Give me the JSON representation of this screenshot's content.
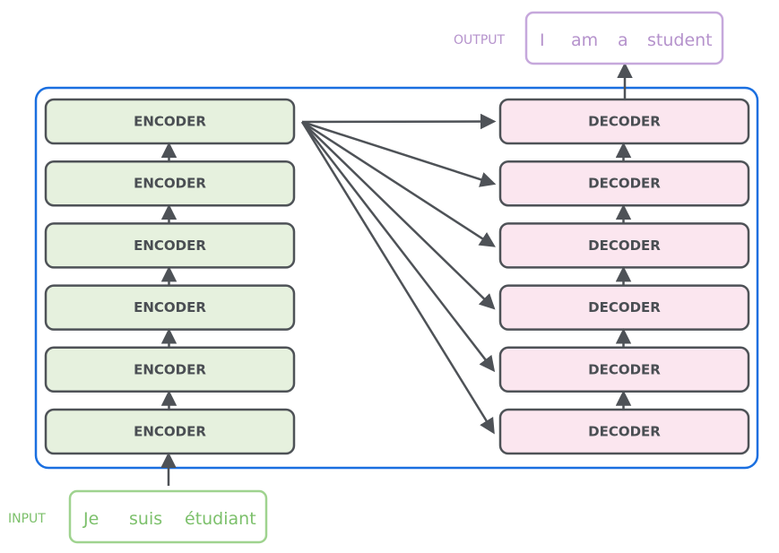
{
  "encoders": [
    "ENCODER",
    "ENCODER",
    "ENCODER",
    "ENCODER",
    "ENCODER",
    "ENCODER"
  ],
  "decoders": [
    "DECODER",
    "DECODER",
    "DECODER",
    "DECODER",
    "DECODER",
    "DECODER"
  ],
  "input": {
    "label": "INPUT",
    "tokens": [
      "Je",
      "suis",
      "étudiant"
    ]
  },
  "output": {
    "label": "OUTPUT",
    "tokens": [
      "I",
      "am",
      "a",
      "student"
    ]
  },
  "colors": {
    "stack_border": "#1a6fe0",
    "encoder_fill": "#e6f1de",
    "decoder_fill": "#fbe6ef",
    "box_stroke": "#4e5257",
    "text_dark": "#4a4e53",
    "input_green": "#7cc06b",
    "output_purple": "#b592cc",
    "arrow": "#4e5257"
  }
}
